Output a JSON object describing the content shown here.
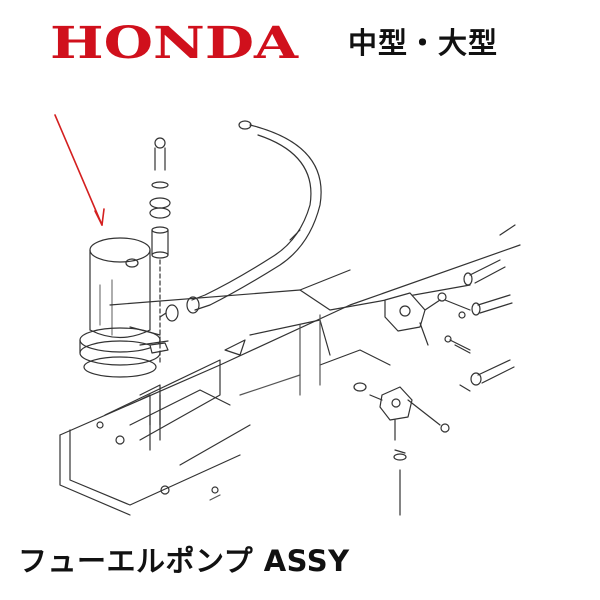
{
  "brand": {
    "name": "HONDA",
    "color": "#d0101c"
  },
  "header": {
    "category": "中型・大型"
  },
  "diagram": {
    "arrow_color": "#d42020",
    "line_color": "#333333"
  },
  "caption": {
    "title": "フューエルポンプ ASSY"
  }
}
